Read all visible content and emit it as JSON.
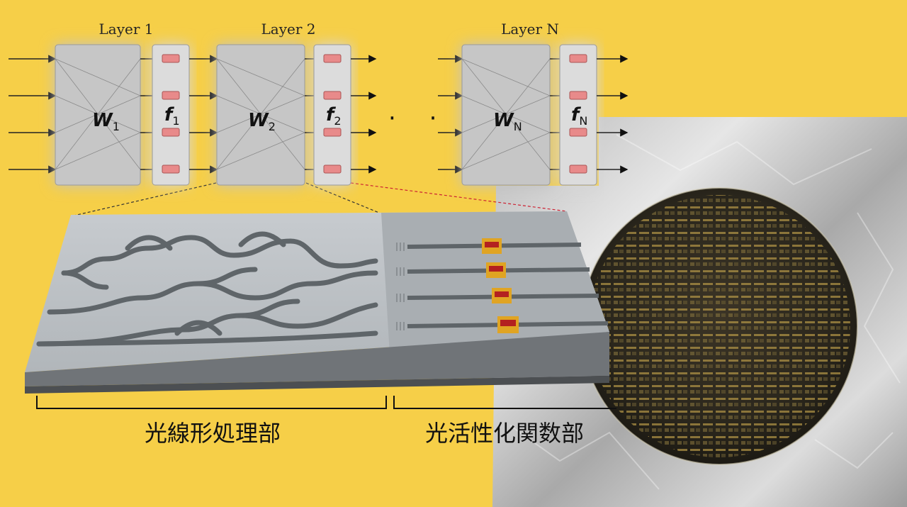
{
  "layers": [
    {
      "title": "Layer 1",
      "w": "W",
      "w_sub": "1",
      "f": "f",
      "f_sub": "1"
    },
    {
      "title": "Layer 2",
      "w": "W",
      "w_sub": "2",
      "f": "f",
      "f_sub": "2"
    },
    {
      "title": "Layer N",
      "w": "W",
      "w_sub": "N",
      "f": "f",
      "f_sub": "N"
    }
  ],
  "ellipsis": "· · ·",
  "labels": {
    "linear_section": "光線形処理部",
    "activation_section": "光活性化関数部"
  },
  "colors": {
    "background": "#f6cf48",
    "block_fill": "#c6c6c6",
    "activation_element": "#e88a8a",
    "chip_surface": "#b9bec2",
    "waveguide": "#5f6569"
  }
}
